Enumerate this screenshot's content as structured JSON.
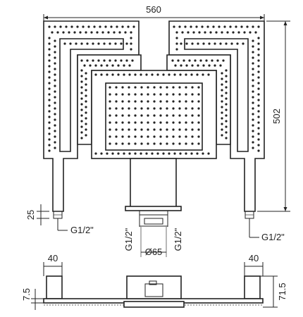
{
  "dimensions": {
    "width_top": "560",
    "height_right": "502",
    "inlet_height": "25",
    "thread_left": "G1/2\"",
    "thread_right": "G1/2\"",
    "thread_center_left": "G1/2\"",
    "thread_center_right": "G1/2\"",
    "diameter_center": "Ø65",
    "side_width_left": "40",
    "side_width_right": "40",
    "plate_thickness": "7.5",
    "total_depth": "71.5"
  },
  "colors": {
    "line": "#222222",
    "background": "#ffffff"
  }
}
